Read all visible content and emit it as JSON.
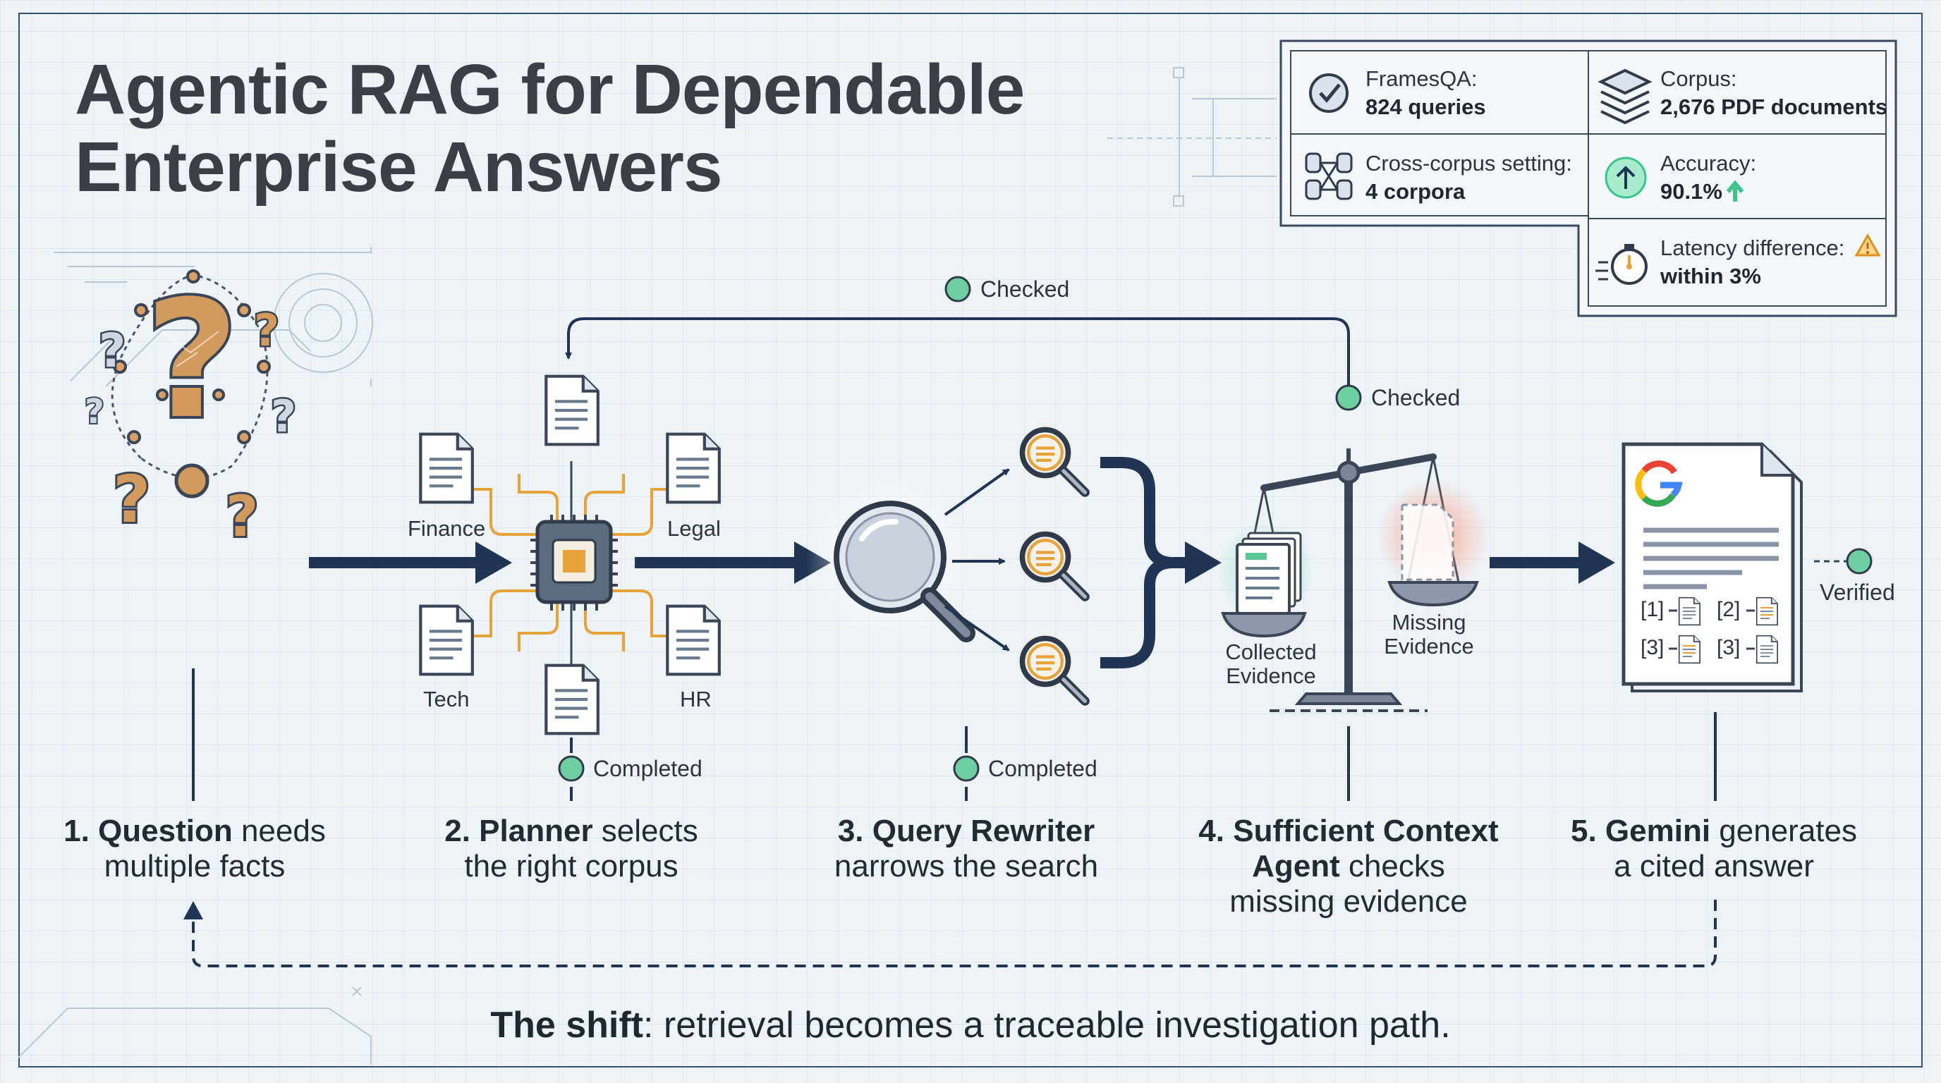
{
  "title": {
    "line1": "Agentic RAG for Dependable",
    "line2": "Enterprise Answers"
  },
  "stats": {
    "framesqa": {
      "label": "FramesQA:",
      "value": "824 queries",
      "icon": "check-circle-icon"
    },
    "corpus": {
      "label": "Corpus:",
      "value": "2,676 PDF documents",
      "icon": "layers-icon"
    },
    "cross_corpus": {
      "label": "Cross-corpus setting:",
      "value": "4 corpora",
      "icon": "database-network-icon"
    },
    "accuracy": {
      "label": "Accuracy:",
      "value": "90.1%",
      "icon": "arrow-up-icon"
    },
    "latency": {
      "label": "Latency difference:",
      "value": "within 3%",
      "icon": "stopwatch-icon"
    }
  },
  "corpora": {
    "finance": "Finance",
    "legal": "Legal",
    "tech": "Tech",
    "hr": "HR"
  },
  "evidence": {
    "collected_line1": "Collected",
    "collected_line2": "Evidence",
    "missing_line1": "Missing",
    "missing_line2": "Evidence"
  },
  "status": {
    "loop_checked": "Checked",
    "agent_checked": "Checked",
    "planner_completed": "Completed",
    "rewriter_completed": "Completed",
    "verified": "Verified"
  },
  "citations": [
    "[1]",
    "[2]",
    "[3]",
    "[3]"
  ],
  "steps": {
    "s1": {
      "bold": "1. Question",
      "rest": " needs",
      "line2": "multiple facts"
    },
    "s2": {
      "bold": "2. Planner",
      "rest": " selects",
      "line2": "the right corpus"
    },
    "s3": {
      "bold": "3. Query Rewriter",
      "line2": "narrows the search"
    },
    "s4": {
      "bold": "4. Sufficient Context",
      "bold2": "Agent",
      "rest2": " checks",
      "line3": "missing evidence"
    },
    "s5": {
      "bold": "5. Gemini",
      "rest": " generates",
      "line2": "a cited answer"
    }
  },
  "bottom": {
    "bold": "The shift",
    "rest": ": retrieval becomes a traceable investigation path."
  },
  "colors": {
    "navy": "#1f3553",
    "status_green": "#6fcfa2",
    "orange": "#e8a23a",
    "accuracy_green": "#3cc48a",
    "warning": "#f0a020"
  }
}
